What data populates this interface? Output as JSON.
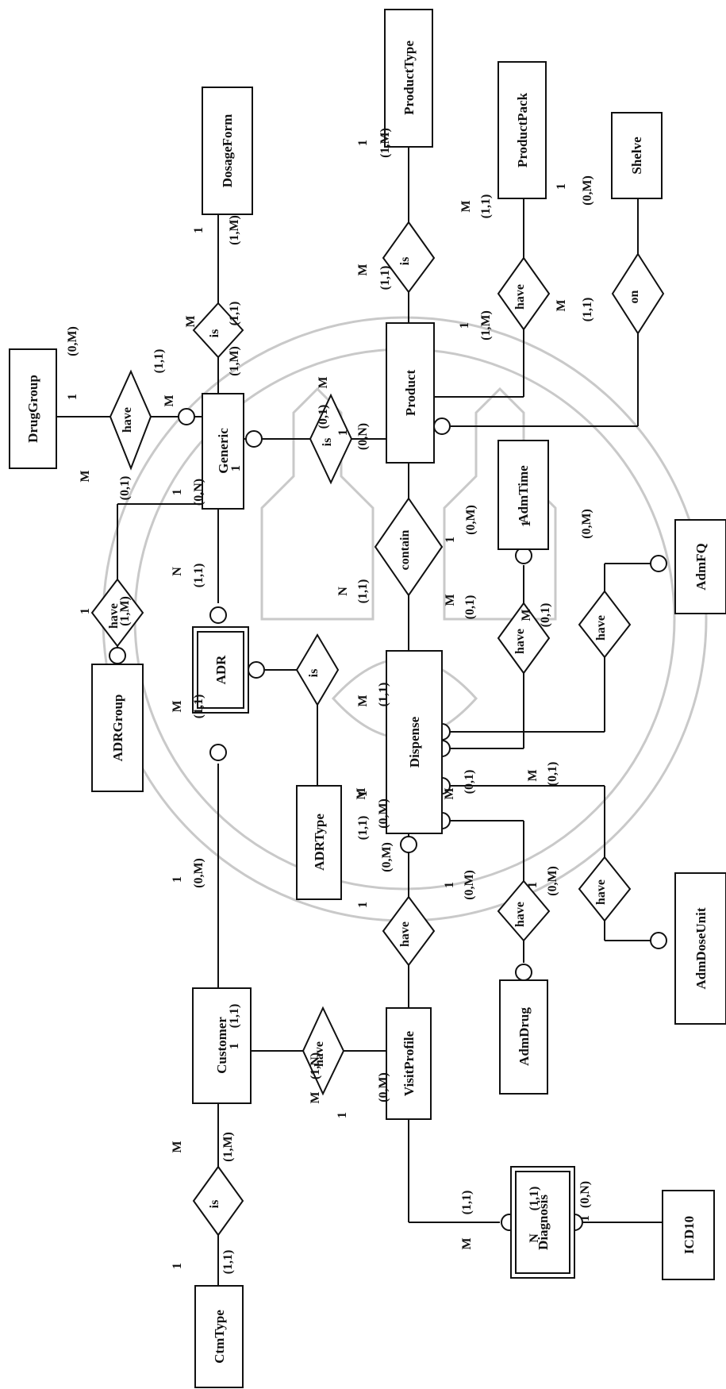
{
  "entities": {
    "drug_group": "DrugGroup",
    "dosage_form": "DosageForm",
    "product_type": "ProductType",
    "product_pack": "ProductPack",
    "shelve": "Shelve",
    "generic": "Generic",
    "product": "Product",
    "adm_time": "AdmTime",
    "adr_group": "ADRGroup",
    "adr": "ADR",
    "dispense": "Dispense",
    "adm_fq": "AdmFQ",
    "adr_type": "ADRType",
    "customer": "Customer",
    "visit_profile": "VisitProfile",
    "adm_drug": "AdmDrug",
    "adm_dose_unit": "AdmDoseUnit",
    "ctm_type": "CtmType",
    "diagnosis": "Diagnosis",
    "icd10": "ICD10"
  },
  "relationships": {
    "drug_group_have": "have",
    "dosage_form_is": "is",
    "product_type_is": "is",
    "product_pack_have": "have",
    "shelve_on": "on",
    "generic_product_is": "is",
    "adr_group_have": "have",
    "contain": "contain",
    "adm_time_have": "have",
    "adm_fq_have": "have",
    "adr_type_is": "is",
    "customer_visit_have": "have",
    "visit_dispense_have": "have",
    "adm_drug_have": "have",
    "adm_dose_unit_have": "have",
    "ctm_type_is": "is"
  },
  "labels": [
    "1",
    "(0,M)",
    "M",
    "(1,1)",
    "1",
    "(1,M)",
    "M",
    "(1,1)",
    "(1,M)",
    "1",
    "(1,M)",
    "M",
    "(1,1)",
    "M",
    "(1,1)",
    "1",
    "(1,M)",
    "1",
    "(0,M)",
    "M",
    "(1,1)",
    "1",
    "M",
    "(0,1)",
    "M",
    "(0,1)",
    "1",
    "(1,M)",
    "1",
    "(0,N)",
    "N",
    "(1,1)",
    "1",
    "(0,N)",
    "N",
    "(1,1)",
    "M",
    "(0,1)",
    "1",
    "(0,M)",
    "M",
    "(0,1)",
    "1",
    "(0,M)",
    "M",
    "(1,1)",
    "1",
    "(0,M)",
    "M",
    "(1,1)",
    "1",
    "(0,M)",
    "1",
    "(1,1)",
    "M",
    "(1,N)",
    "M",
    "(1,1)",
    "1",
    "(0,M)",
    "M",
    "(0,1)",
    "1",
    "(0,M)",
    "M",
    "(0,1)",
    "1",
    "(0,M)",
    "M",
    "(1,M)",
    "1",
    "(1,1)",
    "1",
    "(0,M)",
    "M",
    "(1,1)",
    "N",
    "(1,1)",
    "1",
    "(0,N)"
  ]
}
